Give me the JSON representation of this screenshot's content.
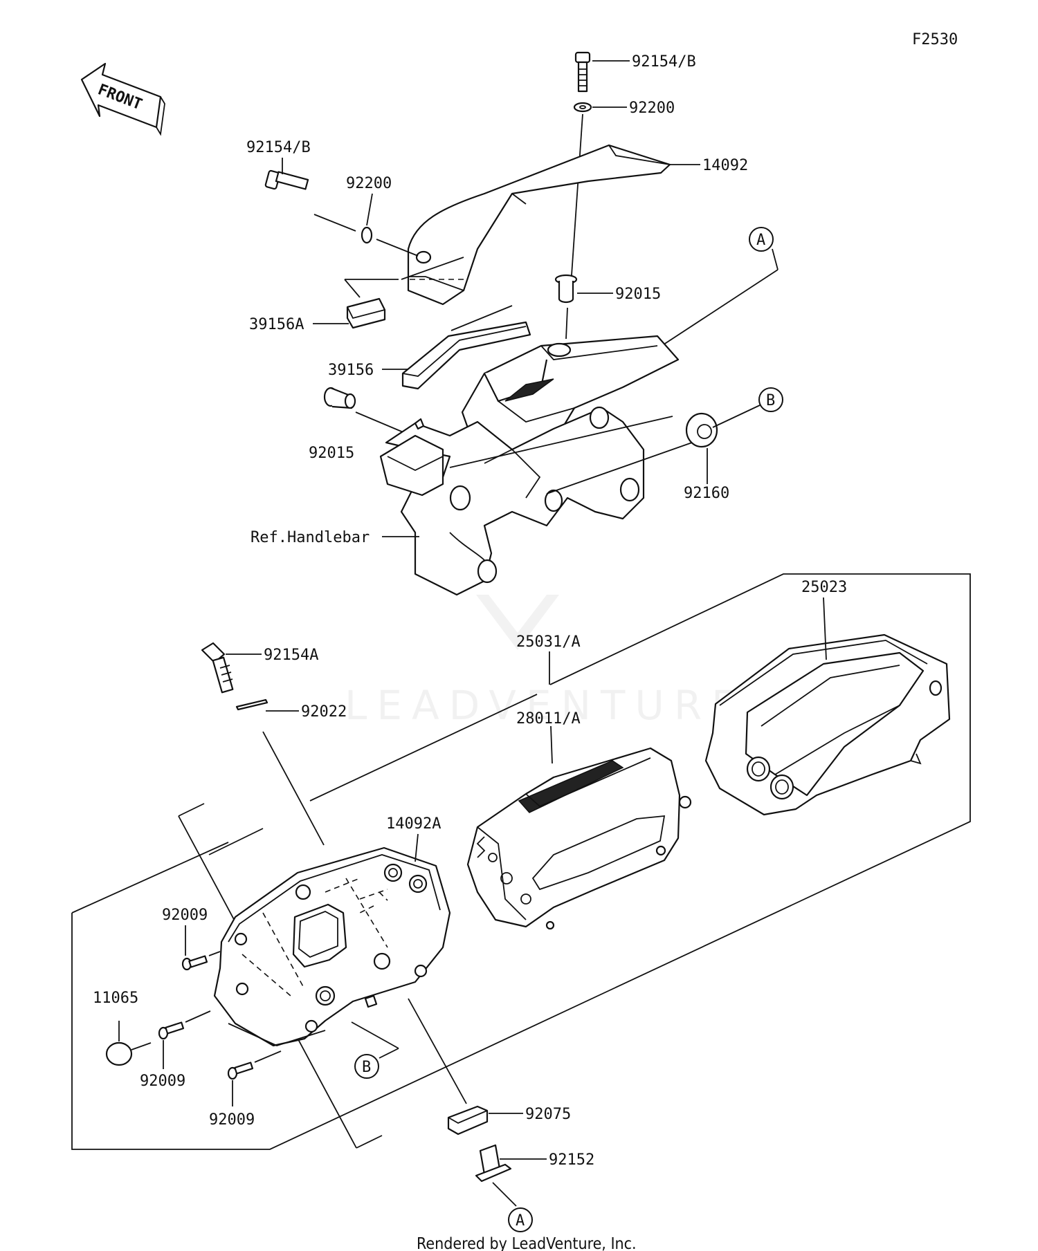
{
  "figure_id": "F2530",
  "front_arrow_label": "FRONT",
  "watermark": "LEADVENTURE",
  "footer": "Rendered by LeadVenture, Inc.",
  "labels": {
    "p_92154b_top": "92154/B",
    "p_92200_top": "92200",
    "p_14092": "14092",
    "p_92154b_left": "92154/B",
    "p_92200_left": "92200",
    "p_92015_right": "92015",
    "p_39156a": "39156A",
    "p_39156": "39156",
    "p_92015_left": "92015",
    "p_92160": "92160",
    "ref_handlebar": "Ref.Handlebar",
    "p_25023": "25023",
    "p_25031a": "25031/A",
    "p_28011a": "28011/A",
    "p_92154a": "92154A",
    "p_92022": "92022",
    "p_14092a": "14092A",
    "p_92009_a": "92009",
    "p_11065": "11065",
    "p_92009_b": "92009",
    "p_92009_c": "92009",
    "p_92075": "92075",
    "p_92152": "92152"
  },
  "callouts": {
    "a_top": "A",
    "b_right": "B",
    "b_bottom": "B",
    "a_bottom": "A"
  }
}
